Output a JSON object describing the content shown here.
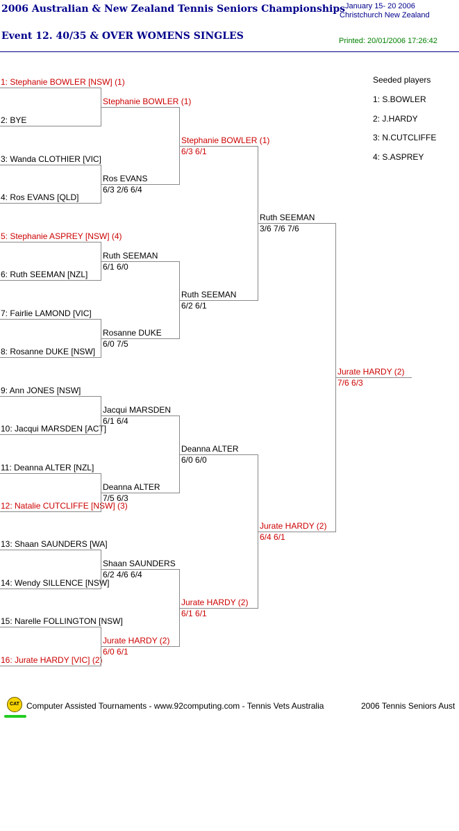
{
  "header": {
    "title": "2006 Australian & New Zealand Tennis Seniors Championships",
    "event": "Event 12. 40/35 & OVER WOMENS SINGLES",
    "dates": "January 15- 20 2006",
    "location": "Christchurch   New Zealand",
    "printed": "Printed: 20/01/2006 17:26:42"
  },
  "seeds": {
    "heading": "Seeded players",
    "list": [
      "1: S.BOWLER",
      "2: J.HARDY",
      "3: N.CUTCLIFFE",
      "4: S.ASPREY"
    ]
  },
  "draw": {
    "round1": [
      {
        "label": "1: Stephanie BOWLER [NSW] (1)",
        "seeded": true
      },
      {
        "label": "2: BYE",
        "seeded": false
      },
      {
        "label": "3: Wanda CLOTHIER [VIC]",
        "seeded": false
      },
      {
        "label": "4: Ros EVANS [QLD]",
        "seeded": false
      },
      {
        "label": "5: Stephanie ASPREY [NSW] (4)",
        "seeded": true
      },
      {
        "label": "6: Ruth SEEMAN [NZL]",
        "seeded": false
      },
      {
        "label": "7: Fairlie LAMOND [VIC]",
        "seeded": false
      },
      {
        "label": "8: Rosanne DUKE [NSW]",
        "seeded": false
      },
      {
        "label": "9: Ann JONES [NSW]",
        "seeded": false
      },
      {
        "label": "10: Jacqui MARSDEN [ACT]",
        "seeded": false
      },
      {
        "label": "11: Deanna ALTER [NZL]",
        "seeded": false
      },
      {
        "label": "12: Natalie CUTCLIFFE [NSW] (3)",
        "seeded": true
      },
      {
        "label": "13: Shaan SAUNDERS [WA]",
        "seeded": false
      },
      {
        "label": "14: Wendy SILLENCE [NSW]",
        "seeded": false
      },
      {
        "label": "15: Narelle FOLLINGTON [NSW]",
        "seeded": false
      },
      {
        "label": "16: Jurate HARDY [VIC] (2)",
        "seeded": true
      }
    ],
    "round2": [
      {
        "name": "Stephanie BOWLER (1)",
        "score": "",
        "seeded": true
      },
      {
        "name": "Ros EVANS",
        "score": "6/3 2/6 6/4",
        "seeded": false
      },
      {
        "name": "Ruth SEEMAN",
        "score": "6/1 6/0",
        "seeded": false
      },
      {
        "name": "Rosanne DUKE",
        "score": "6/0 7/5",
        "seeded": false
      },
      {
        "name": "Jacqui MARSDEN",
        "score": "6/1 6/4",
        "seeded": false
      },
      {
        "name": "Deanna ALTER",
        "score": "7/5 6/3",
        "seeded": false
      },
      {
        "name": "Shaan SAUNDERS",
        "score": "6/2 4/6 6/4",
        "seeded": false
      },
      {
        "name": "Jurate HARDY (2)",
        "score": "6/0 6/1",
        "seeded": true
      }
    ],
    "round3": [
      {
        "name": "Stephanie BOWLER (1)",
        "score": "6/3 6/1",
        "seeded": true
      },
      {
        "name": "Ruth SEEMAN",
        "score": "6/2 6/1",
        "seeded": false
      },
      {
        "name": "Deanna ALTER",
        "score": "6/0 6/0",
        "seeded": false
      },
      {
        "name": "Jurate HARDY (2)",
        "score": "6/1 6/1",
        "seeded": true
      }
    ],
    "round4": [
      {
        "name": "Ruth SEEMAN",
        "score": "3/6 7/6 7/6",
        "seeded": false
      },
      {
        "name": "Jurate HARDY (2)",
        "score": "6/4 6/1",
        "seeded": true
      }
    ],
    "final": [
      {
        "name": "Jurate HARDY (2)",
        "score": "7/6 6/3",
        "seeded": true
      }
    ]
  },
  "footer": {
    "logo_text": "CAT",
    "credit": "Computer Assisted Tournaments - www.92computing.com -  Tennis Vets Australia",
    "event_name": "2006 Tennis Seniors Aust"
  },
  "colors": {
    "seeded_text": "#cc0000",
    "title": "#00008b",
    "printed": "#008000",
    "lines": "#888888"
  }
}
